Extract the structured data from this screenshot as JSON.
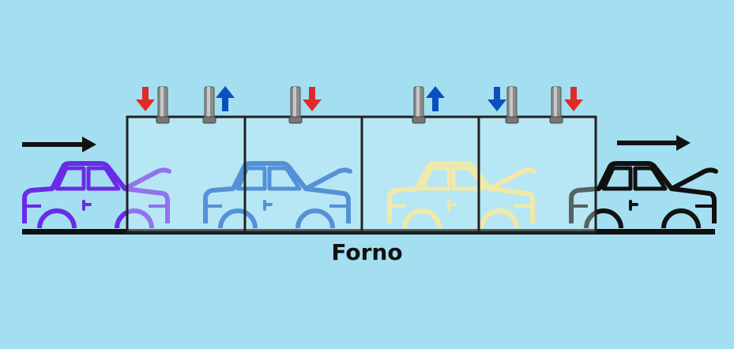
{
  "diagram": {
    "oven_label": "Forno",
    "colors": {
      "background": "#a3dff0",
      "car_stage_1": "#6a2be8",
      "car_stage_2": "#0d5bc4",
      "car_stage_3": "#fde27a",
      "car_stage_4": "#111111",
      "arrow_red": "#e02a2a",
      "arrow_blue": "#0a4fc0",
      "flow_arrow": "#111111"
    },
    "cars": [
      {
        "name": "car-entering",
        "color": "#6a2be8"
      },
      {
        "name": "car-zone-2",
        "color": "#0d5bc4"
      },
      {
        "name": "car-zone-3",
        "color": "#fde27a"
      },
      {
        "name": "car-exiting",
        "color": "#111111"
      }
    ],
    "vents": [
      {
        "name": "vent-1",
        "arrow": "down",
        "arrow_color": "red"
      },
      {
        "name": "vent-2",
        "arrow": "up",
        "arrow_color": "blue"
      },
      {
        "name": "vent-3",
        "arrow": "down",
        "arrow_color": "red"
      },
      {
        "name": "vent-4",
        "arrow": "up",
        "arrow_color": "blue"
      },
      {
        "name": "vent-5",
        "arrow": "down",
        "arrow_color": "blue"
      },
      {
        "name": "vent-6",
        "arrow": "down",
        "arrow_color": "red"
      }
    ]
  }
}
